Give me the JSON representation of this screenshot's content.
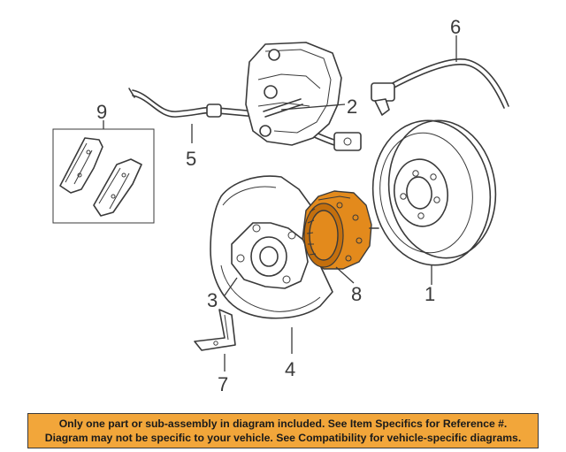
{
  "diagram": {
    "callouts": {
      "c1": "1",
      "c2": "2",
      "c3": "3",
      "c4": "4",
      "c5": "5",
      "c6": "6",
      "c7": "7",
      "c8": "8",
      "c9": "9"
    },
    "highlight_color": "#e38a1c"
  },
  "notice": {
    "line1": "Only one part or sub-assembly in diagram included. See Item Specifics for Reference #.",
    "line2": "Diagram may not be specific to your vehicle. See Compatibility for vehicle-specific diagrams.",
    "background": "#f2a63a"
  }
}
